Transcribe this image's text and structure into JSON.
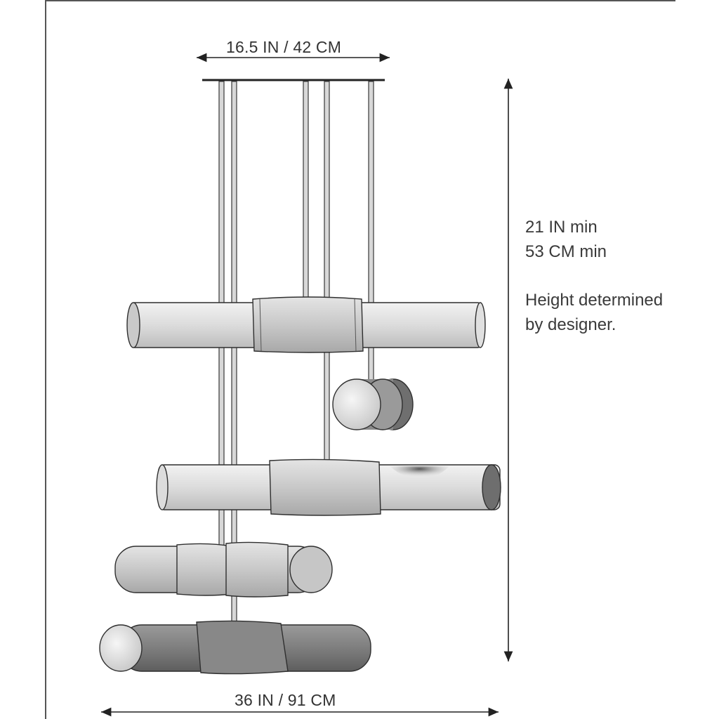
{
  "dimensions": {
    "canopy_width": "16.5 IN /  42 CM",
    "overall_width": "36 IN / 91 CM",
    "height_min_in": "21 IN min",
    "height_min_cm": "53 CM min",
    "height_note": "Height determined by designer."
  },
  "colors": {
    "frame": "#555555",
    "line": "#333333",
    "tube_light": "#e6e6e6",
    "tube_mid": "#cfcfcf",
    "tube_dark": "#8e8e8e",
    "outline": "#2f2f2f"
  }
}
